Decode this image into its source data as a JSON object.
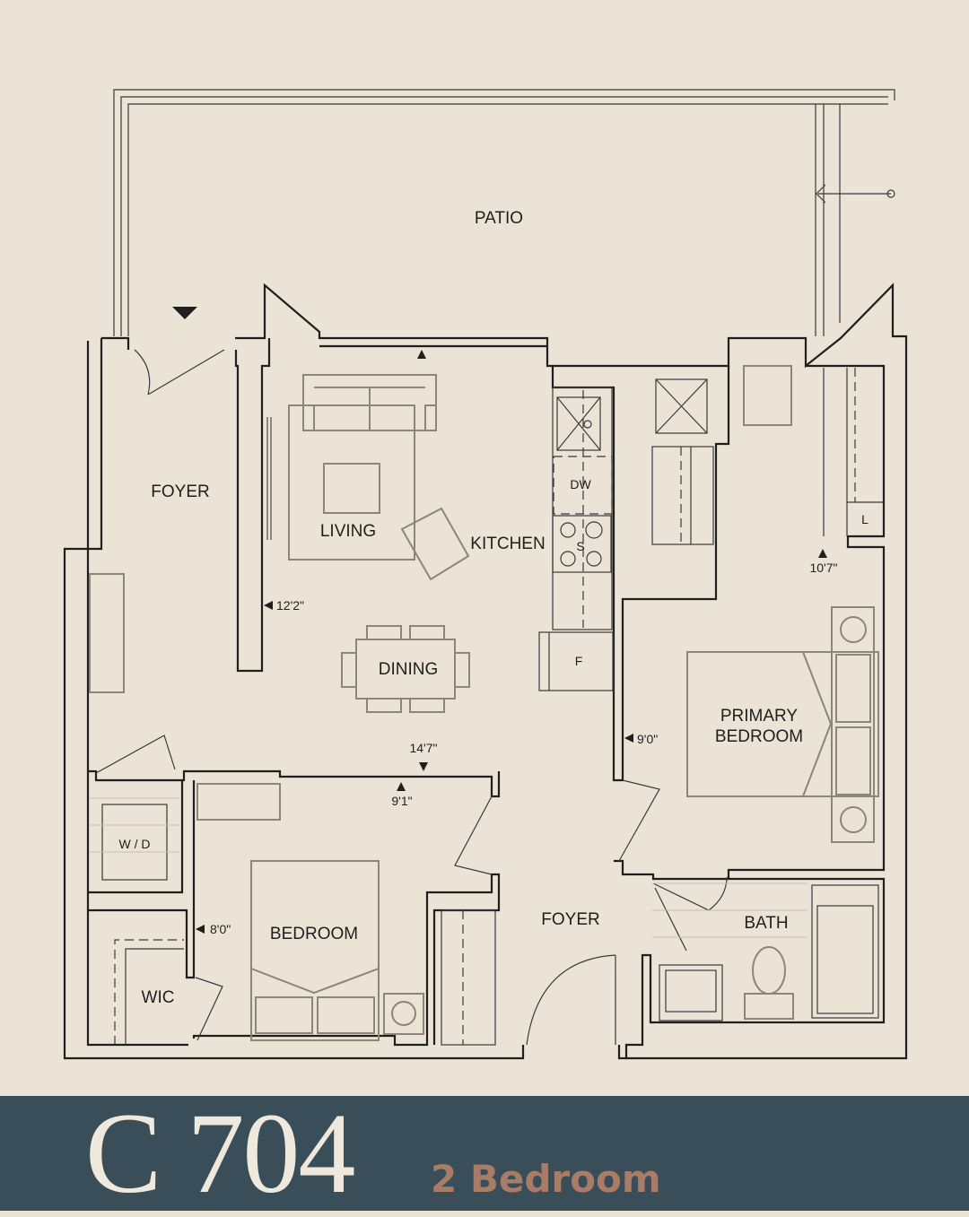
{
  "plan": {
    "rooms": {
      "patio": "PATIO",
      "foyer_left": "FOYER",
      "living": "LIVING",
      "kitchen": "KITCHEN",
      "dining": "DINING",
      "primary_bedroom_1": "PRIMARY",
      "primary_bedroom_2": "BEDROOM",
      "bedroom": "BEDROOM",
      "foyer_center": "FOYER",
      "bath": "BATH",
      "wic": "WIC",
      "washer_dryer": "W / D",
      "linen": "L",
      "dishwasher": "DW",
      "stove": "S",
      "fridge": "F"
    },
    "dimensions": {
      "living_width": "12'2\"",
      "dining_width": "14'7\"",
      "bedroom_length": "9'1\"",
      "bedroom_width": "8'0\"",
      "primary_width": "9'0\"",
      "primary_length": "10'7\""
    }
  },
  "banner": {
    "unit": "C 704",
    "type": "2 Bedroom"
  },
  "colors": {
    "background": "#ebe3d5",
    "banner": "#3a4e5a",
    "unit_text": "#efe9dd",
    "type_text": "#a87c66"
  }
}
